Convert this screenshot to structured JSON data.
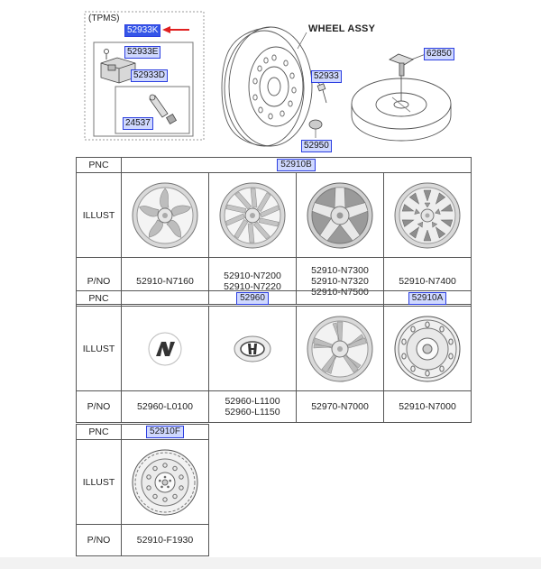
{
  "diagram": {
    "tpms_label": "(TPMS)",
    "wheel_assy_label": "WHEEL ASSY",
    "callouts": {
      "c52933k": "52933K",
      "c52933e": "52933E",
      "c52933d": "52933D",
      "c24537": "24537",
      "c52933": "52933",
      "c52950": "52950",
      "c62850": "62850"
    },
    "arrow_color": "#e02020",
    "callout_fill": "#cfd8ff",
    "callout_border": "#2c3fe0"
  },
  "catalog": {
    "row_labels": {
      "pnc": "PNC",
      "illust": "ILLUST",
      "pno": "P/NO"
    },
    "section1": {
      "pnc": "52910B",
      "items": [
        {
          "pno": [
            "52910-N7160"
          ],
          "icon": "alloy-wheel-twisted-spokes-icon"
        },
        {
          "pno": [
            "52910-N7200",
            "52910-N7220"
          ],
          "icon": "alloy-wheel-blade-spokes-icon"
        },
        {
          "pno": [
            "52910-N7300",
            "52910-N7320",
            "52910-N7500"
          ],
          "icon": "alloy-wheel-5-spoke-icon"
        },
        {
          "pno": [
            "52910-N7400"
          ],
          "icon": "alloy-wheel-star-pattern-icon"
        }
      ]
    },
    "section2": {
      "pnc_center_cap": "52960",
      "pnc_steel": "52910A",
      "items": [
        {
          "pno": [
            "52960-L0100"
          ],
          "icon": "n-logo-cap-icon"
        },
        {
          "pno": [
            "52960-L1100",
            "52960-L1150"
          ],
          "icon": "hyundai-logo-cap-icon"
        },
        {
          "pno": [
            "52970-N7000"
          ],
          "icon": "alloy-wheel-10-spoke-icon"
        },
        {
          "pno": [
            "52910-N7000"
          ],
          "icon": "steel-wheel-icon"
        }
      ]
    },
    "section3": {
      "pnc": "52910F",
      "items": [
        {
          "pno": [
            "52910-F1930"
          ],
          "icon": "spare-steel-wheel-icon"
        }
      ]
    }
  }
}
